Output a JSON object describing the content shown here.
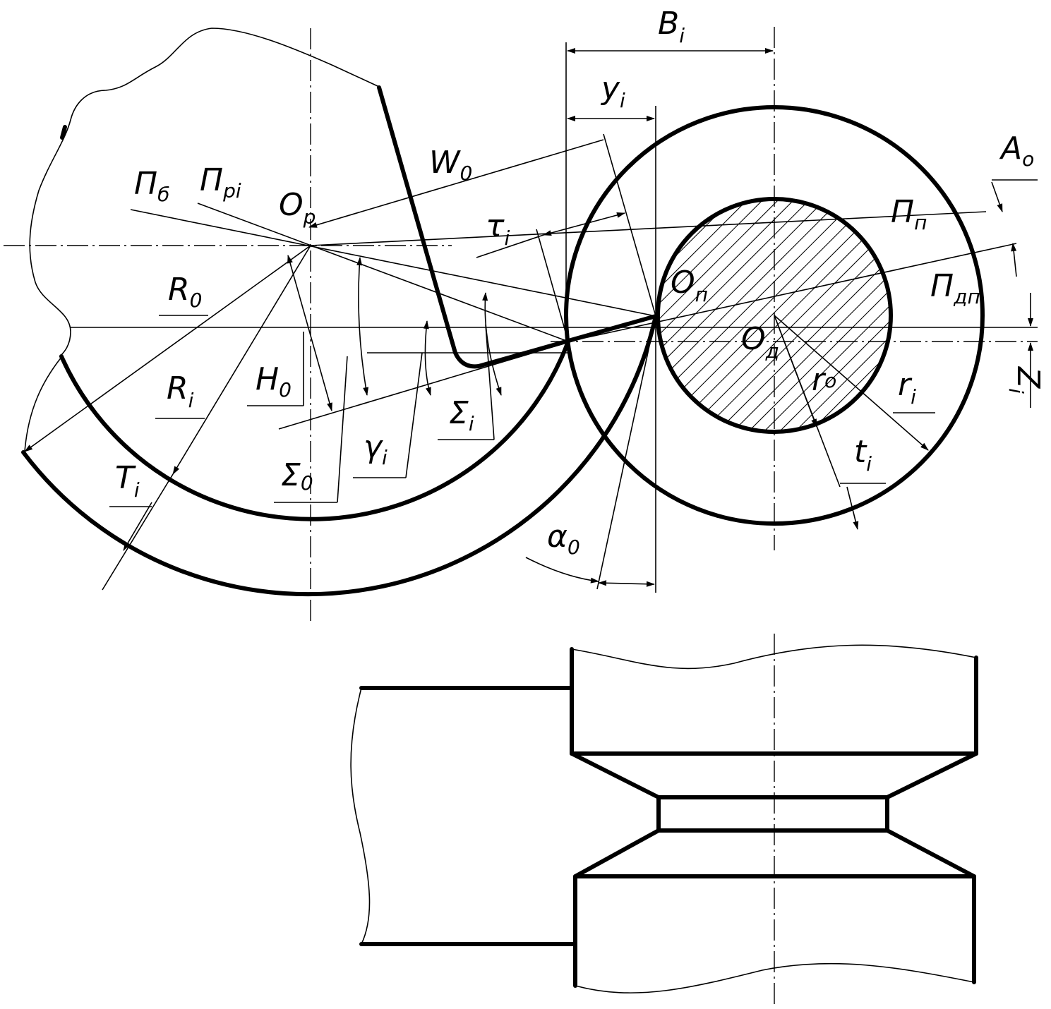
{
  "labels": {
    "B": {
      "main": "B",
      "sub": "i"
    },
    "Y": {
      "main": "y",
      "sub": "i"
    },
    "W": {
      "main": "W",
      "sub": "0"
    },
    "A": {
      "main": "A",
      "sub": "o"
    },
    "Pb": {
      "main": "П",
      "sub": "б"
    },
    "Ppi": {
      "main": "П",
      "sub": "pi"
    },
    "Op": {
      "main": "O",
      "sub": "p"
    },
    "tau": {
      "main": "τ",
      "sub": "i"
    },
    "Pn": {
      "main": "П",
      "sub": "п"
    },
    "On": {
      "main": "O",
      "sub": "п"
    },
    "Pdn": {
      "main": "П",
      "sub": "дп"
    },
    "R0": {
      "main": "R",
      "sub": "0"
    },
    "Od": {
      "main": "O",
      "sub": "д"
    },
    "Ri": {
      "main": "R",
      "sub": "i"
    },
    "H0": {
      "main": "H",
      "sub": "0"
    },
    "r0": {
      "main": "r",
      "sub": "o"
    },
    "ri": {
      "main": "r",
      "sub": "i"
    },
    "Z": {
      "main": "Z",
      "sub": "i"
    },
    "Si": {
      "main": "Σ",
      "sub": "i"
    },
    "gamma": {
      "main": "γ",
      "sub": "i"
    },
    "ti": {
      "main": "t",
      "sub": "i"
    },
    "Ti": {
      "main": "T",
      "sub": "i"
    },
    "S0": {
      "main": "Σ",
      "sub": "0"
    },
    "alpha": {
      "main": "α",
      "sub": "0"
    }
  }
}
